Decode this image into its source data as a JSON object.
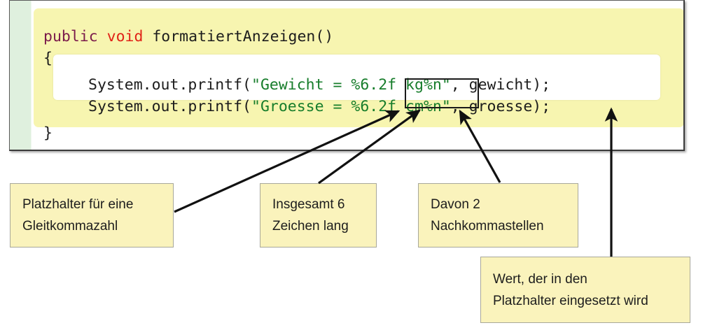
{
  "editor": {
    "gutter_color": "#dff0de",
    "code_background": "#f7f5b0",
    "selection_background": "#ffffff",
    "lines": [
      {
        "id": "line-1",
        "tokens": [
          {
            "text": "public",
            "kind": "kw-modifier"
          },
          {
            "text": " ",
            "kind": "plain"
          },
          {
            "text": "void",
            "kind": "kw-type"
          },
          {
            "text": " formatiertAnzeigen()",
            "kind": "plain"
          }
        ]
      },
      {
        "id": "line-2",
        "tokens": [
          {
            "text": "{",
            "kind": "plain"
          }
        ]
      },
      {
        "id": "line-3",
        "tokens": [
          {
            "text": "System.out.printf(",
            "kind": "plain"
          },
          {
            "text": "\"Gewicht = %6.2f kg%n\"",
            "kind": "string"
          },
          {
            "text": ", gewicht);",
            "kind": "plain"
          }
        ]
      },
      {
        "id": "line-4",
        "tokens": [
          {
            "text": "System.out.printf(",
            "kind": "plain"
          },
          {
            "text": "\"Groesse = %6.2f cm%n\"",
            "kind": "string"
          },
          {
            "text": ", groesse);",
            "kind": "plain"
          }
        ]
      },
      {
        "id": "line-5",
        "tokens": [
          {
            "text": "}",
            "kind": "plain"
          }
        ]
      }
    ],
    "highlighted_format_specifier": "%6.2f"
  },
  "callouts": {
    "placeholder": {
      "line1": "Platzhalter für eine",
      "line2": "Gleitkommazahl"
    },
    "width": {
      "line1": "Insgesamt 6",
      "line2": "Zeichen lang"
    },
    "precision": {
      "line1": "Davon 2",
      "line2": "Nachkommastellen"
    },
    "value": {
      "line1": "Wert, der in den",
      "line2": "Platzhalter eingesetzt wird"
    }
  },
  "colors": {
    "callout_fill": "#faf3bc",
    "callout_border": "#a8a89a",
    "code_fill": "#f7f5b0",
    "gutter": "#dff0de",
    "keyword_modifier": "#7b1b4b",
    "keyword_type": "#e02418",
    "string": "#177d2b",
    "plain_text": "#1d1d1d",
    "arrow": "#111111"
  }
}
